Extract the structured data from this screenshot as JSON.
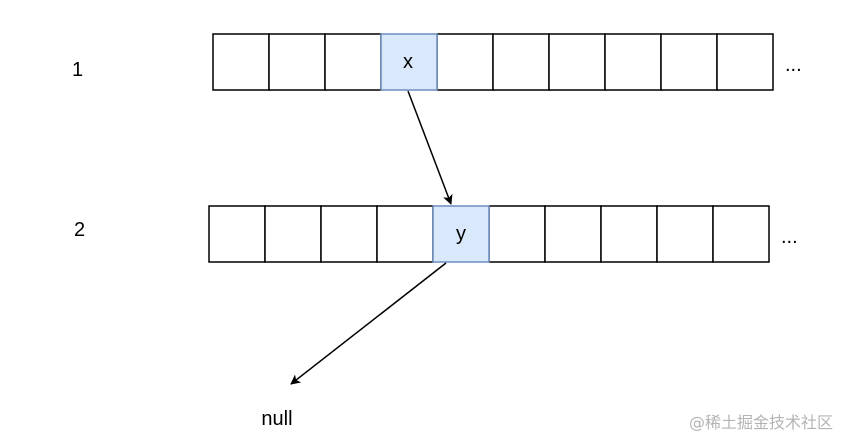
{
  "rows": [
    {
      "label": "1",
      "highlight_text": "x",
      "ellipsis": "..."
    },
    {
      "label": "2",
      "highlight_text": "y",
      "ellipsis": "..."
    }
  ],
  "null_label": "null",
  "watermark": "@稀土掘金技术社区",
  "colors": {
    "highlight_fill": "#dae8fc",
    "highlight_stroke": "#6c8ebf",
    "line": "#000000"
  }
}
